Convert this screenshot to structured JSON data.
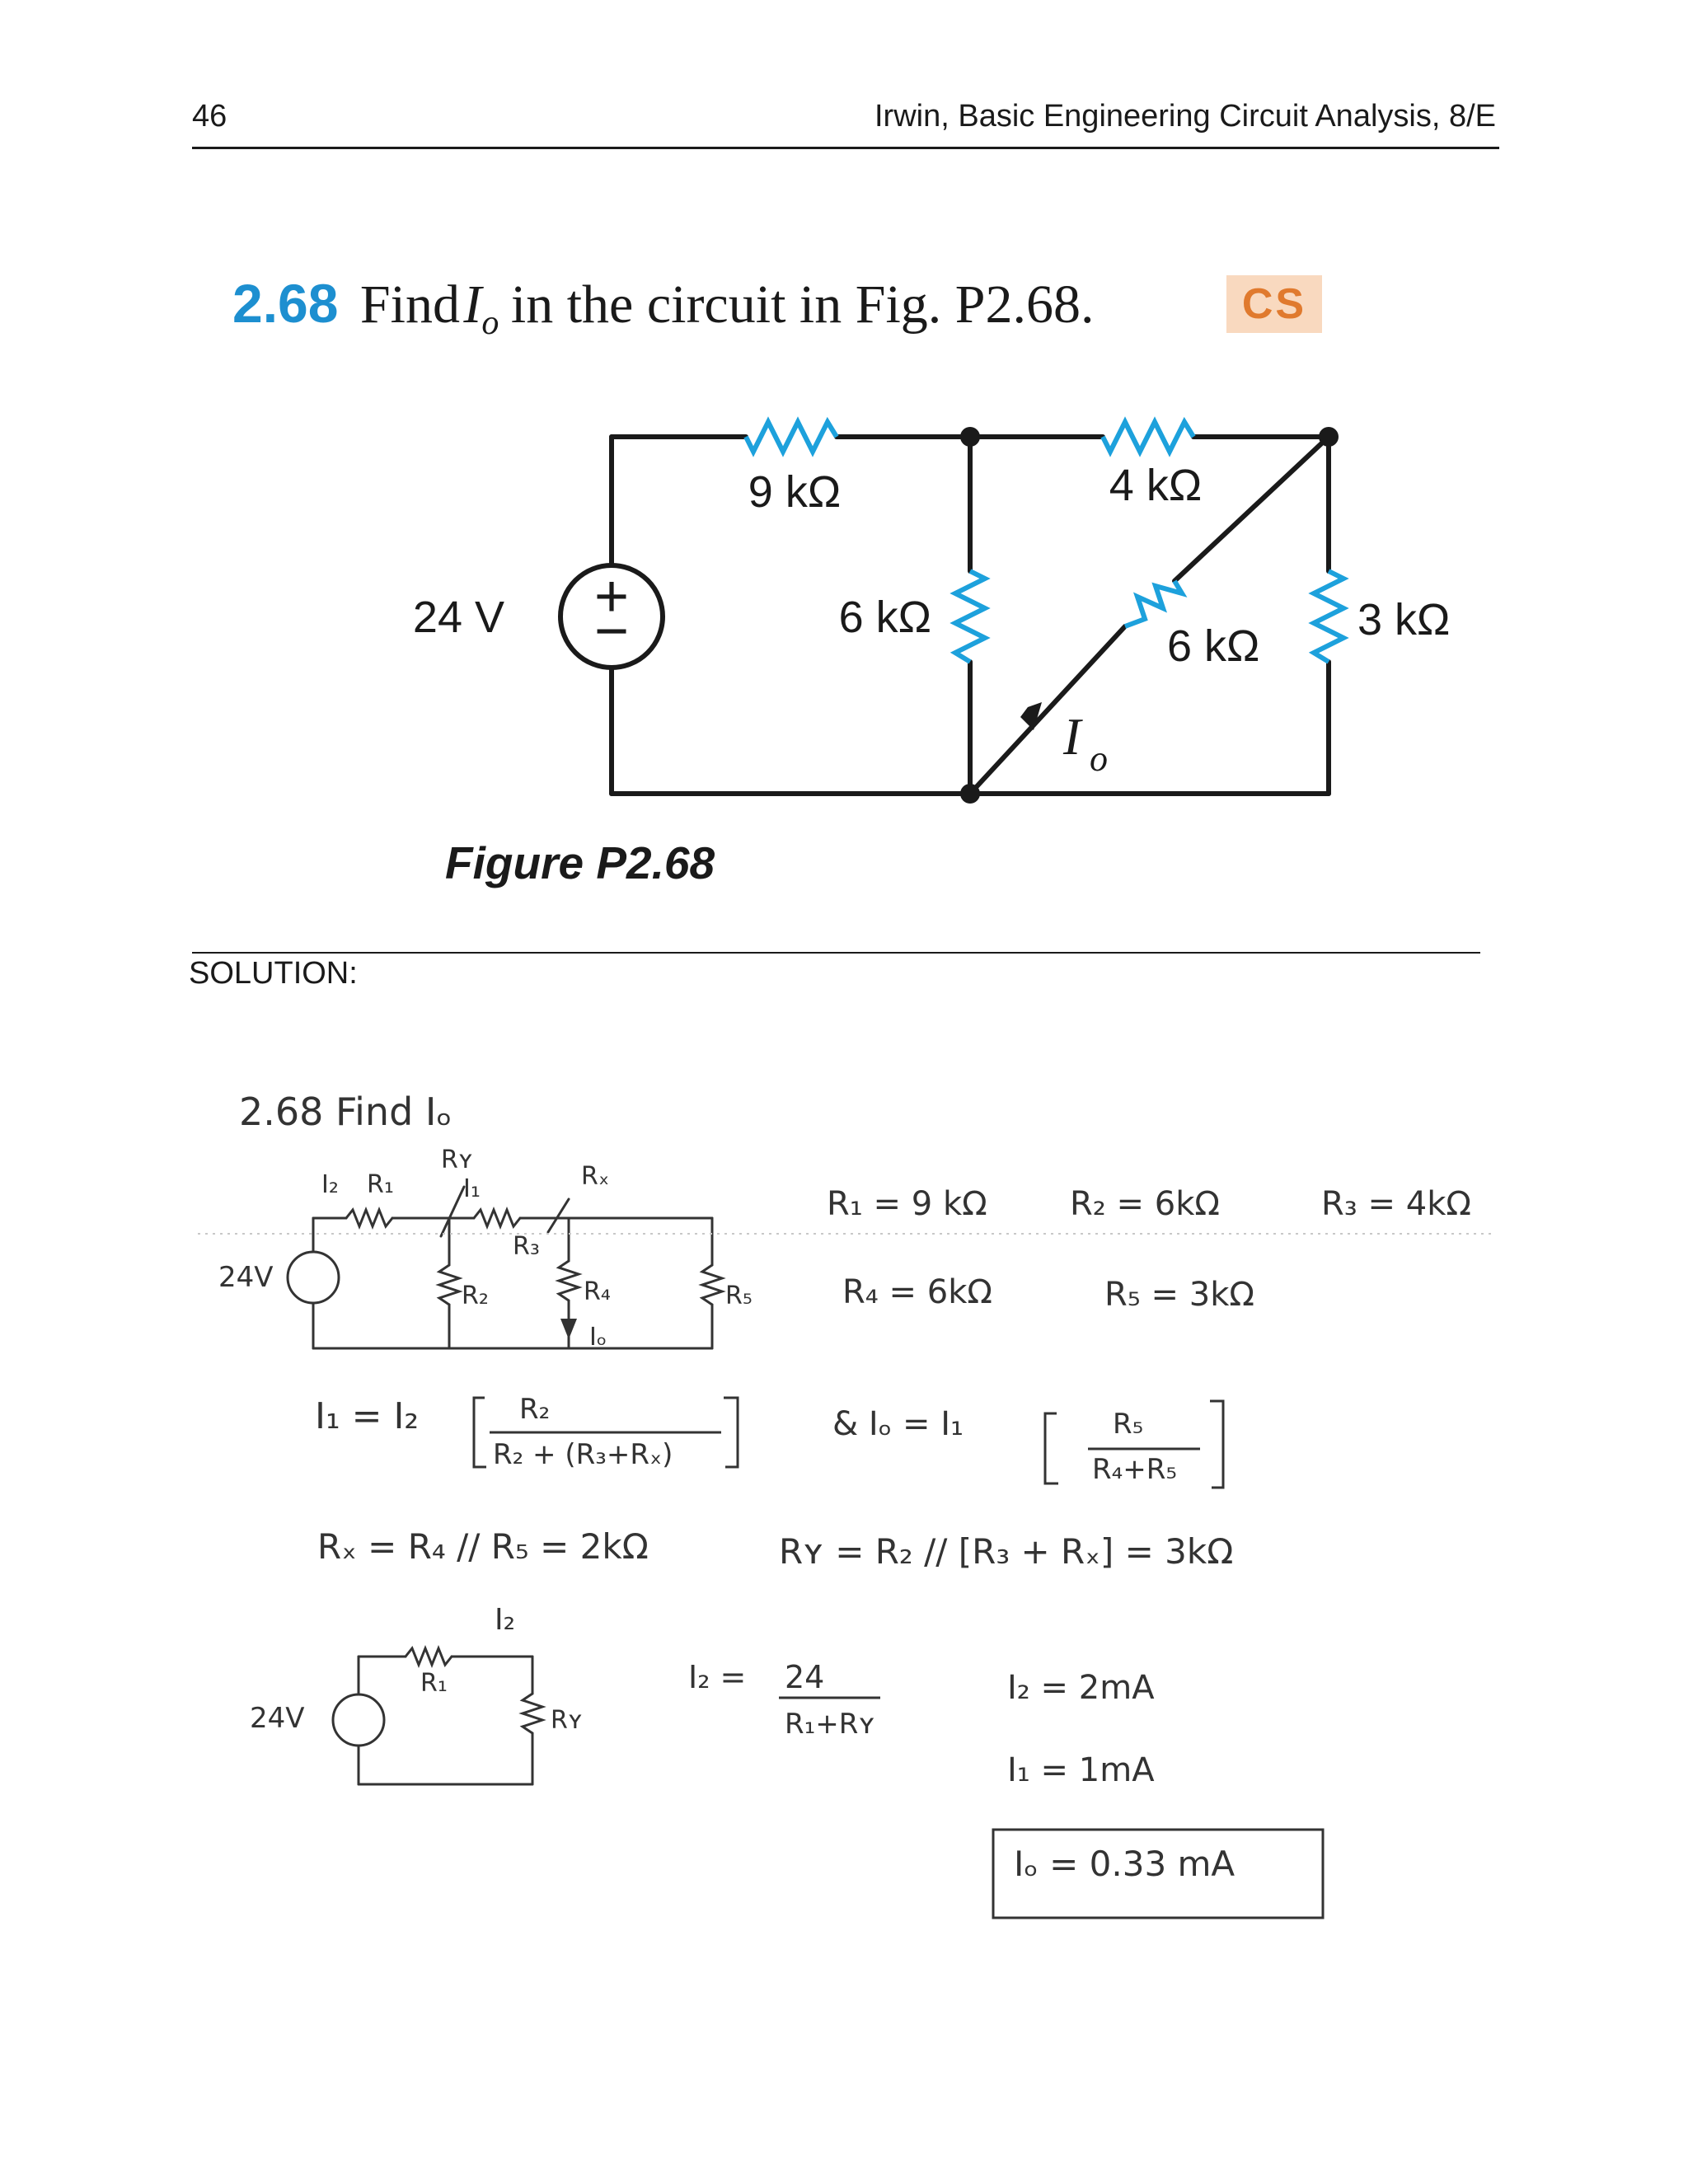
{
  "header": {
    "page_number": "46",
    "running_head": "Irwin, Basic Engineering Circuit Analysis, 8/E"
  },
  "problem": {
    "number": "2.68",
    "text_before": "Find",
    "variable": "I",
    "variable_sub": "o",
    "text_after": "in the circuit in Fig. P2.68.",
    "badge": "CS"
  },
  "figure": {
    "caption": "Figure P2.68",
    "source_label": "24 V",
    "source_plus": "+",
    "source_minus": "−",
    "resistors": [
      "9 kΩ",
      "4 kΩ",
      "6 kΩ",
      "6 kΩ",
      "3 kΩ"
    ],
    "current_label": "I",
    "current_sub": "o",
    "colors": {
      "resistor": "#1da1dc",
      "wire": "#1a1a1a"
    }
  },
  "solution": {
    "label": "SOLUTION:",
    "heading": "2.68   Find Iₒ",
    "sketch1": {
      "source": "24V",
      "labels": [
        "I₂",
        "R₁",
        "Rʏ",
        "I₁",
        "Rₓ",
        "R₃",
        "R₂",
        "R₄",
        "R₅",
        "Iₒ"
      ]
    },
    "values_line1": [
      "R₁ = 9 kΩ",
      "R₂ = 6kΩ",
      "R₃ = 4kΩ"
    ],
    "values_line2": [
      "R₄ = 6kΩ",
      "R₅ = 3kΩ"
    ],
    "eq_i1": {
      "lhs": "I₁ = I₂",
      "num": "R₂",
      "den": "R₂ + (R₃+Rₓ)"
    },
    "eq_io": {
      "lhs": "& Iₒ = I₁",
      "num": "R₅",
      "den": "R₄+R₅"
    },
    "eq_rx": "Rₓ = R₄ // R₅ = 2kΩ",
    "eq_ry": "Rʏ = R₂ // [R₃ + Rₓ] = 3kΩ",
    "sketch2": {
      "source": "24V",
      "labels": [
        "I₂",
        "R₁",
        "Rʏ"
      ]
    },
    "eq_i2": {
      "lhs": "I₂ =",
      "num": "24",
      "den": "R₁+Rʏ"
    },
    "results": [
      "I₂ = 2mA",
      "I₁ = 1mA"
    ],
    "final_answer": "Iₒ = 0.33 mA"
  }
}
